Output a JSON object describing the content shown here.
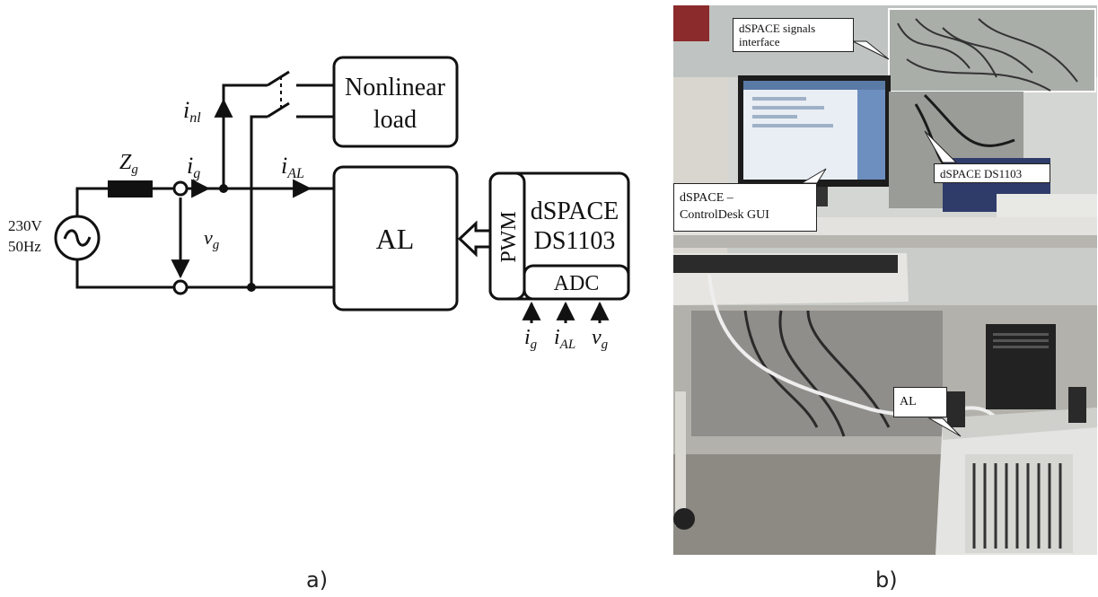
{
  "panel_a": {
    "caption": "a)",
    "source_label_line1": "230V",
    "source_label_line2": "50Hz",
    "impedance_label": "Z",
    "impedance_sub": "g",
    "grid_current_label": "i",
    "grid_current_sub": "g",
    "nonlinear_current_label": "i",
    "nonlinear_current_sub": "nl",
    "al_current_label": "i",
    "al_current_sub": "AL",
    "grid_voltage_label": "v",
    "grid_voltage_sub": "g",
    "nonlinear_load_line1": "Nonlinear",
    "nonlinear_load_line2": "load",
    "al_block": "AL",
    "dspace_line1": "dSPACE",
    "dspace_line2": "DS1103",
    "pwm_label": "PWM",
    "adc_label": "ADC",
    "adc_inputs": [
      {
        "main": "i",
        "sub": "g"
      },
      {
        "main": "i",
        "sub": "AL"
      },
      {
        "main": "v",
        "sub": "g"
      }
    ]
  },
  "panel_b": {
    "caption": "b)",
    "callouts": {
      "signals_interface_line1": "dSPACE signals",
      "signals_interface_line2": "interface",
      "ds1103": "dSPACE DS1103",
      "controldesk_line1": "dSPACE –",
      "controldesk_line2": "ControlDesk GUI",
      "al": "AL"
    }
  },
  "colors": {
    "line": "#111111",
    "photo_wall": "#cfd2cf",
    "photo_floor": "#bdb9b2",
    "monitor_screen": "#e9eef4",
    "al_unit": "#e4e4e2"
  }
}
